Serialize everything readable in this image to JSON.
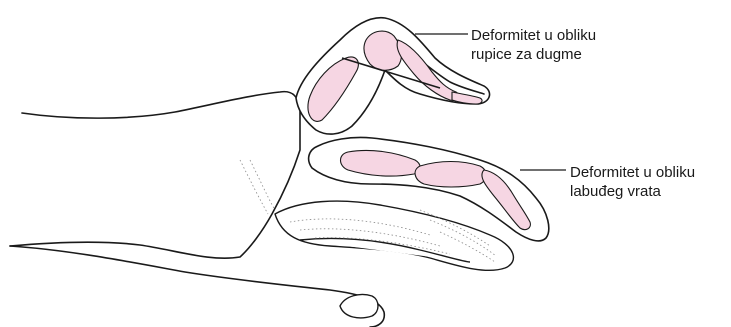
{
  "annotations": {
    "boutonniere": {
      "line1": "Deformitet u obliku",
      "line2": "rupice za dugme"
    },
    "swan_neck": {
      "line1": "Deformitet u obliku",
      "line2": "labuđeg vrata"
    }
  },
  "colors": {
    "outline": "#1a1a1a",
    "bone_fill": "#f6d6e3",
    "skin_fill": "#ffffff",
    "shading": "#9a9a9a"
  }
}
